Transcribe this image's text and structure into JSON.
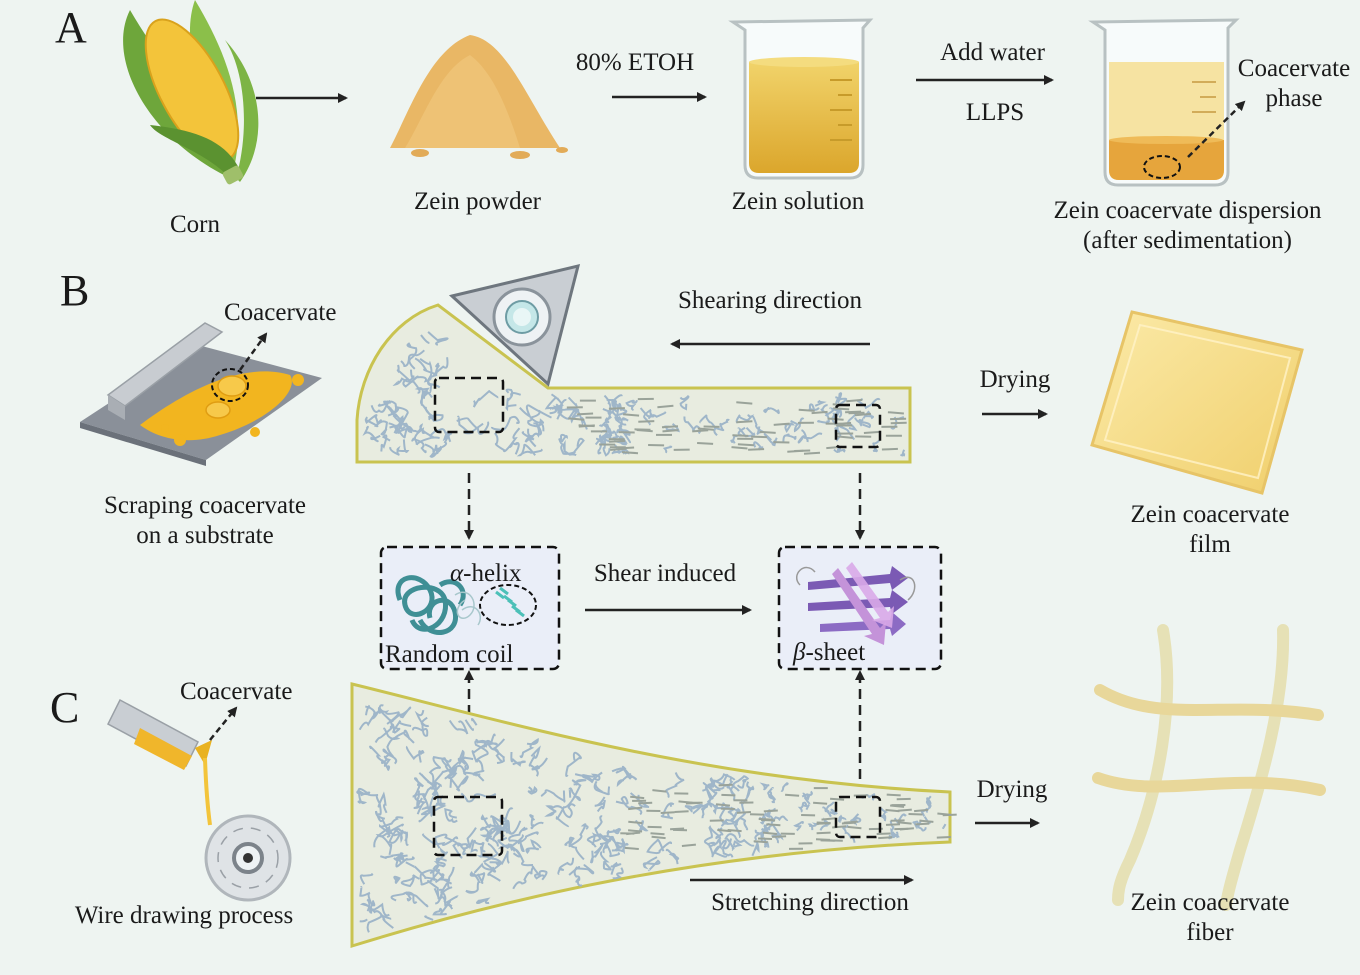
{
  "panels": {
    "a": "A",
    "b": "B",
    "c": "C"
  },
  "row_a": {
    "corn": "Corn",
    "zein_powder": "Zein powder",
    "etoh": "80% ETOH",
    "zein_solution": "Zein solution",
    "add_water": "Add water",
    "llps": "LLPS",
    "coacervate_phase_1": "Coacervate",
    "coacervate_phase_2": "phase",
    "dispersion_1": "Zein coacervate dispersion",
    "dispersion_2": "(after sedimentation)"
  },
  "row_b": {
    "coacervate": "Coacervate",
    "scraping_1": "Scraping coacervate",
    "scraping_2": "on a substrate",
    "shearing_direction": "Shearing direction",
    "drying": "Drying",
    "film_1": "Zein coacervate",
    "film_2": "film"
  },
  "middle": {
    "alpha_symbol": "α",
    "alpha_suffix": "-helix",
    "random_coil": "Random coil",
    "shear_induced": "Shear induced",
    "beta_symbol": "β",
    "beta_suffix": "-sheet"
  },
  "row_c": {
    "coacervate": "Coacervate",
    "wire_drawing": "Wire drawing process",
    "drying": "Drying",
    "stretching_direction": "Stretching direction",
    "fiber_1": "Zein coacervate",
    "fiber_2": "fiber"
  },
  "colors": {
    "background": "#eef4f1",
    "corn_yellow": "#f3c43a",
    "powder": "#e9b765",
    "solution": "#e8b93a",
    "matrix_fill": "#e8ece0",
    "matrix_border": "#c9c350",
    "chain": "#9fb6c9",
    "film": "#f5dc8c",
    "fiber": "#efe2a0",
    "helix": "#3f8f95",
    "sheet": "#9a66c6"
  }
}
